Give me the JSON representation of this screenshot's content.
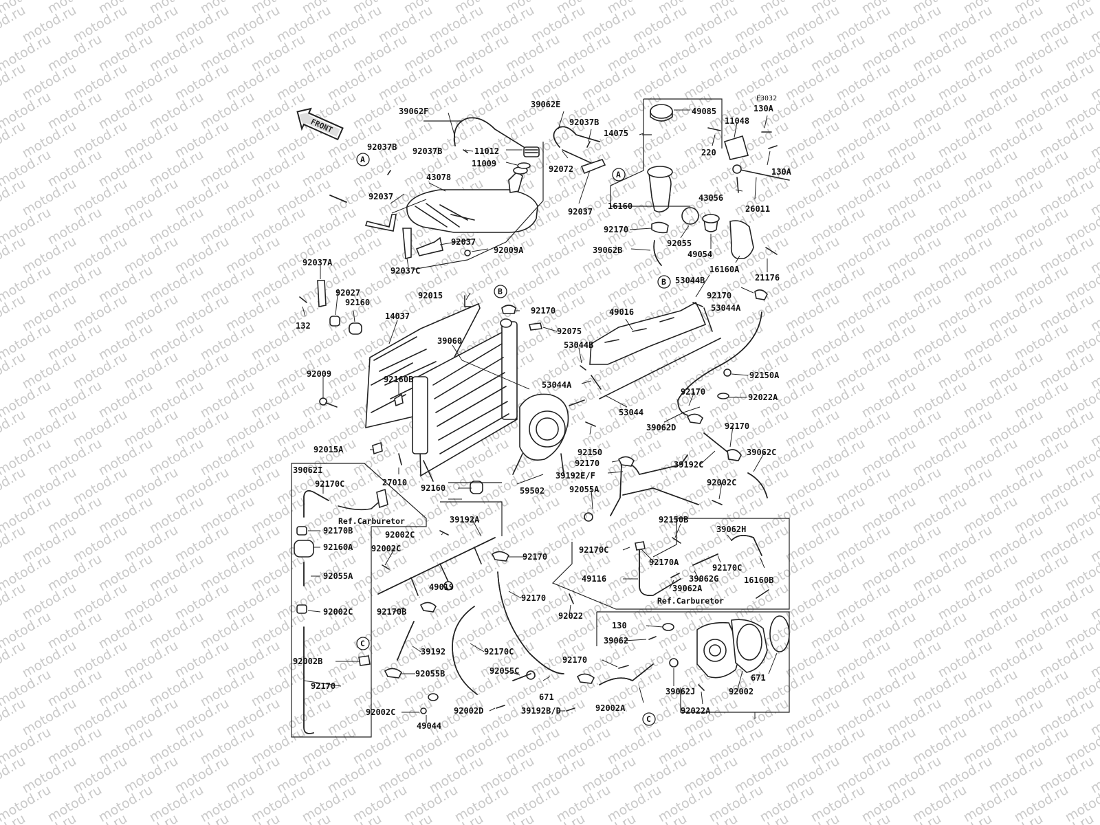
{
  "watermark": "motod.ru",
  "front_label": "FRONT",
  "code": "E3032",
  "refs": {
    "carb_left": "Ref.Carburetor",
    "carb_right": "Ref.Carburetor"
  },
  "markers": [
    "A",
    "A",
    "B",
    "B",
    "C",
    "C"
  ],
  "labels": [
    "39062F",
    "39062E",
    "92037B",
    "14075",
    "49085",
    "11048",
    "130A",
    "92037B",
    "92037B",
    "11012",
    "11009",
    "92072",
    "220",
    "130A",
    "43078",
    "92037",
    "16160",
    "43056",
    "26011",
    "92037",
    "92170",
    "92055",
    "92037",
    "92009A",
    "39062B",
    "49054",
    "16160A",
    "21176",
    "92037C",
    "92037A",
    "92027",
    "53044B",
    "92170",
    "53044A",
    "92015",
    "92170",
    "132",
    "92160",
    "14037",
    "49016",
    "92075",
    "53044B",
    "39060",
    "92009",
    "92160B",
    "92150A",
    "53044A",
    "92170",
    "92022A",
    "53044",
    "39062D",
    "92170",
    "92150",
    "92015A",
    "92170",
    "39062C",
    "27010",
    "39192C",
    "39192E/F",
    "92055A",
    "92002C",
    "92160",
    "59502",
    "39062I",
    "92170C",
    "92150B",
    "39062H",
    "39192A",
    "92170B",
    "92002C",
    "92170C",
    "92170A",
    "92170C",
    "92160A",
    "92002C",
    "92170",
    "16160B",
    "39062G",
    "49116",
    "92055A",
    "49019",
    "39062A",
    "92170",
    "92170B",
    "92002C",
    "92022",
    "130",
    "39062",
    "39192",
    "92170C",
    "92002B",
    "92170",
    "671",
    "92055C",
    "671",
    "39062J",
    "92170",
    "92055B",
    "92002",
    "92002C",
    "92002D",
    "39192B/D",
    "92002A",
    "92022A",
    "49044"
  ]
}
